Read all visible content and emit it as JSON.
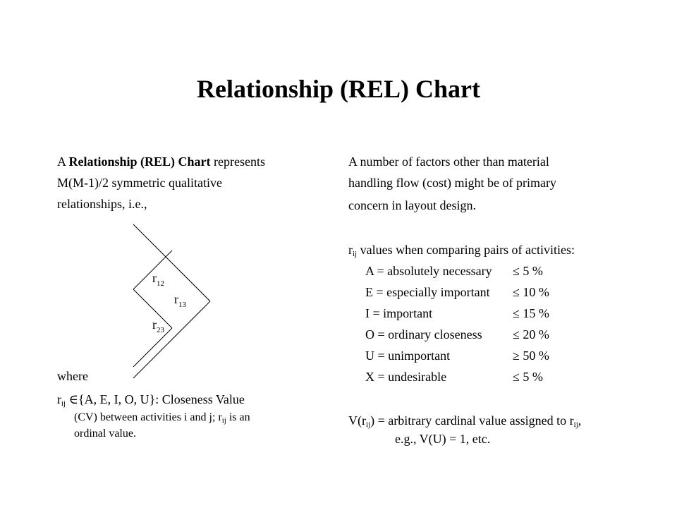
{
  "title": "Relationship (REL) Chart",
  "left": {
    "intro_a": "A ",
    "intro_bold": "Relationship (REL) Chart",
    "intro_rest": " represents",
    "line2": "M(M-1)/2 symmetric qualitative",
    "line3": "relationships, i.e.,",
    "where": "where",
    "rij_r": "r",
    "rij_sub": "ij",
    "rij_def": " ∈{A, E, I, O, U}: Closeness Value",
    "rij_def2a": "(CV) between activities i and j; r",
    "rij_def2_sub": "ij",
    "rij_def2b": " is an",
    "rij_def3": "ordinal value."
  },
  "diagram": {
    "cells": [
      {
        "r": "r",
        "sub": "12"
      },
      {
        "r": "r",
        "sub": "13"
      },
      {
        "r": "r",
        "sub": "23"
      }
    ]
  },
  "right": {
    "p1_l1": "A number of factors other than material",
    "p1_l2": "handling flow (cost) might be of primary",
    "p1_l3": "concern in layout design.",
    "rij_r": "r",
    "rij_sub": "ij",
    "rij_text": " values when comparing pairs of activities:",
    "codes": [
      {
        "label": "A = absolutely necessary",
        "value": "≤  5 %"
      },
      {
        "label": "E = especially important",
        "value": "≤ 10 %"
      },
      {
        "label": "I = important",
        "value": "≤ 15 %"
      },
      {
        "label": "O = ordinary closeness",
        "value": "≤ 20 %"
      },
      {
        "label": "U = unimportant",
        "value": "≥ 50 %"
      },
      {
        "label": "X = undesirable",
        "value": "≤  5 %"
      }
    ],
    "v_pre": "V(r",
    "v_sub": "ij",
    "v_mid": ") = arbitrary cardinal value assigned to r",
    "v_sub2": "ij",
    "v_end": ",",
    "v_line2": "e.g., V(U) = 1, etc."
  }
}
